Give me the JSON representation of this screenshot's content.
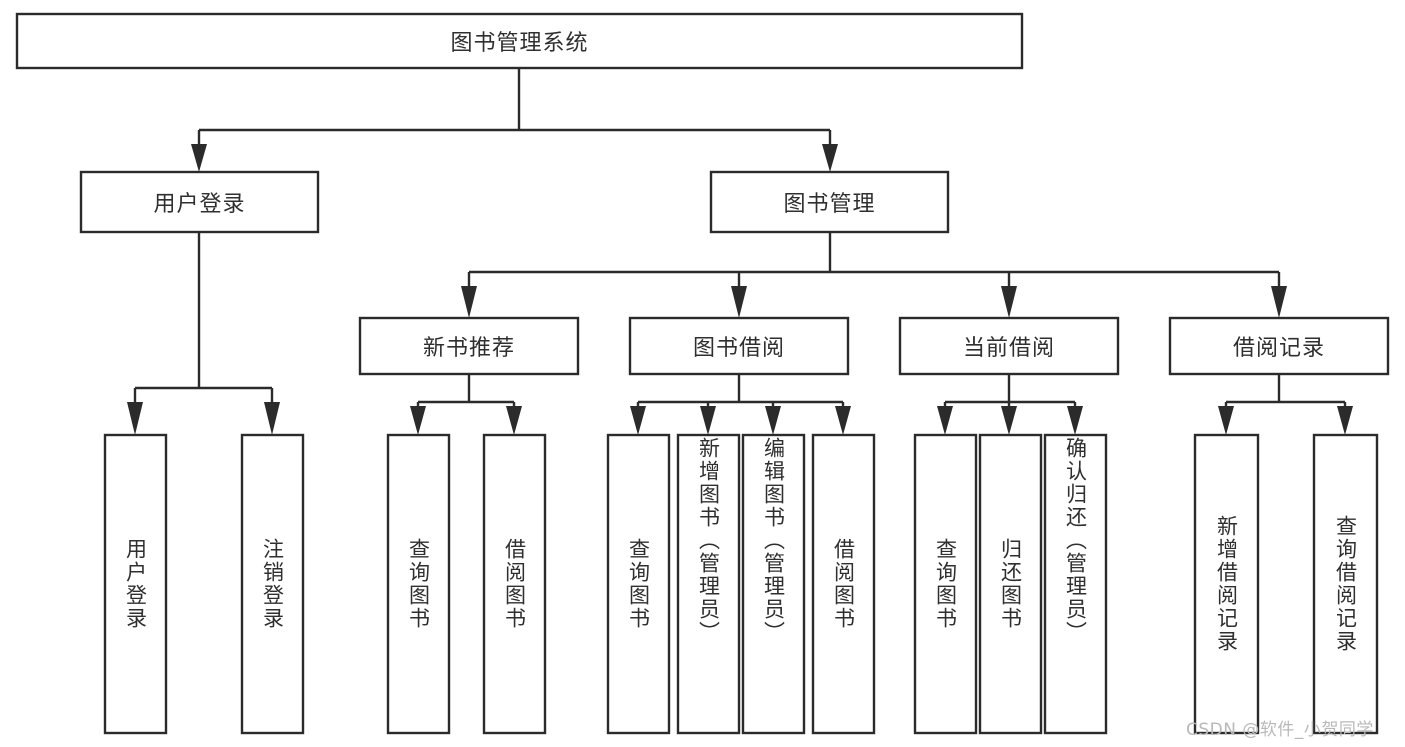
{
  "diagram": {
    "type": "tree-hierarchy-chart",
    "title": "图书管理系统",
    "background_color": "#ffffff",
    "line_color": "#2b2b2b",
    "text_color": "#2f2f2f",
    "root": {
      "id": "root",
      "label": "图书管理系统",
      "orientation": "horizontal"
    },
    "level1": [
      {
        "id": "user-login",
        "label": "用户登录",
        "orientation": "horizontal"
      },
      {
        "id": "book-manage",
        "label": "图书管理",
        "orientation": "horizontal"
      }
    ],
    "level2": [
      {
        "id": "new-book-recommend",
        "label": "新书推荐",
        "orientation": "horizontal",
        "parent": "book-manage"
      },
      {
        "id": "book-borrow",
        "label": "图书借阅",
        "orientation": "horizontal",
        "parent": "book-manage"
      },
      {
        "id": "current-borrow",
        "label": "当前借阅",
        "orientation": "horizontal",
        "parent": "book-manage"
      },
      {
        "id": "borrow-record",
        "label": "借阅记录",
        "orientation": "horizontal",
        "parent": "book-manage"
      }
    ],
    "leaves": [
      {
        "id": "leaf-user-login",
        "label": "用户登录",
        "orientation": "vertical",
        "parent": "user-login"
      },
      {
        "id": "leaf-logout-login",
        "label": "注销登录",
        "orientation": "vertical",
        "parent": "user-login"
      },
      {
        "id": "leaf-query-book-1",
        "label": "查询图书",
        "orientation": "vertical",
        "parent": "new-book-recommend"
      },
      {
        "id": "leaf-borrow-book-1",
        "label": "借阅图书",
        "orientation": "vertical",
        "parent": "new-book-recommend"
      },
      {
        "id": "leaf-query-book-2",
        "label": "查询图书",
        "orientation": "vertical",
        "parent": "book-borrow"
      },
      {
        "id": "leaf-add-book",
        "label": "新增图书（管理员）",
        "orientation": "vertical",
        "parent": "book-borrow"
      },
      {
        "id": "leaf-edit-book",
        "label": "编辑图书（管理员）",
        "orientation": "vertical",
        "parent": "book-borrow"
      },
      {
        "id": "leaf-borrow-book-2",
        "label": "借阅图书",
        "orientation": "vertical",
        "parent": "book-borrow"
      },
      {
        "id": "leaf-query-book-3",
        "label": "查询图书",
        "orientation": "vertical",
        "parent": "current-borrow"
      },
      {
        "id": "leaf-return-book",
        "label": "归还图书",
        "orientation": "vertical",
        "parent": "current-borrow"
      },
      {
        "id": "leaf-confirm-return",
        "label": "确认归还（管理员）",
        "orientation": "vertical",
        "parent": "current-borrow"
      },
      {
        "id": "leaf-add-record",
        "label": "新增借阅记录",
        "orientation": "vertical",
        "parent": "borrow-record"
      },
      {
        "id": "leaf-query-record",
        "label": "查询借阅记录",
        "orientation": "vertical",
        "parent": "borrow-record"
      }
    ]
  },
  "watermark": {
    "text": "CSDN @软件_小贺同学",
    "color": "#b9b9b9"
  }
}
